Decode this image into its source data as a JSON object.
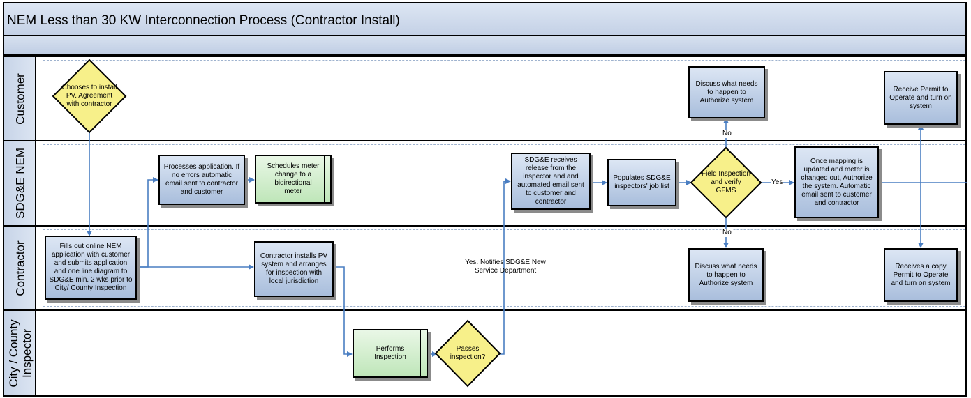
{
  "title": "NEM Less than 30 KW Interconnection Process (Contractor Install)",
  "lanes": {
    "customer": "Customer",
    "sdge": "SDG&E NEM",
    "contractor": "Contractor",
    "inspector": "City / County\nInspector"
  },
  "shapes": {
    "chooses_pv": "Chooses to install PV. Agreement with contractor",
    "fills_application": "Fills out online NEM application with customer and submits application and one line diagram to SDG&E min. 2 wks prior to City/ County Inspection",
    "processes_application": "Processes application. If no errors automatic email sent to contractor and customer",
    "schedules_meter": "Schedules meter change to a bidirectional meter",
    "contractor_installs": "Contractor installs PV system and arranges for inspection with local jurisdiction",
    "performs_inspection": "Performs Inspection",
    "passes_inspection": "Passes inspection?",
    "sdge_receives_release": "SDG&E receives release from the inspector and and automated email sent to customer and contractor",
    "populates_job_list": "Populates SDG&E inspectors' job list",
    "field_inspection": "Field Inspection and verify GFMS",
    "discuss_customer": "Discuss what needs to happen to Authorize system",
    "discuss_contractor": "Discuss what needs to happen to Authorize system",
    "mapping_updated": "Once mapping is updated and meter is changed out, Authorize the system. Automatic email sent to customer and contractor",
    "receive_permit_customer": "Receive Permit to Operate and turn on system",
    "receive_permit_contractor": "Receives a copy Permit to Operate and turn on system"
  },
  "connector_labels": {
    "no_up": "No",
    "no_down": "No",
    "yes_right": "Yes",
    "yes_notifies": "Yes.  Notifies SDG&E New Service Department"
  },
  "colors": {
    "process_fill": "#a9bedc",
    "subprocess_fill": "#bfe6b9",
    "decision_fill": "#f7f08a",
    "connector": "#4a7ec2"
  }
}
